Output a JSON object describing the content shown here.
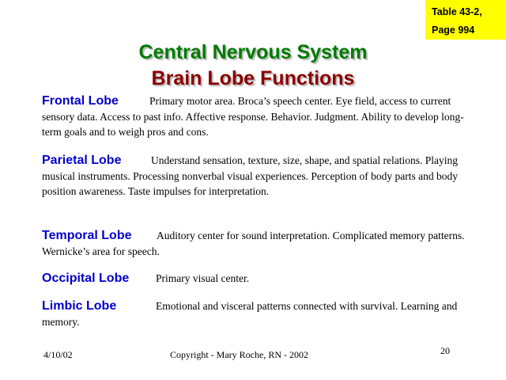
{
  "reference": {
    "line1": "Table 43-2,",
    "line2": "Page 994",
    "background_color": "#ffff00"
  },
  "title": {
    "line1": "Central Nervous System",
    "line1_color": "#007a00",
    "line2": "Brain Lobe Functions",
    "line2_color": "#8b0000"
  },
  "lobes": [
    {
      "name": "Frontal Lobe",
      "description": "Primary motor area. Broca’s speech center. Eye field, access to current sensory data. Access to past info. Affective response. Behavior. Judgment. Ability to develop long-term goals and to weigh pros and cons."
    },
    {
      "name": "Parietal Lobe",
      "description": "Understand sensation, texture, size, shape, and spatial relations. Playing  musical instruments. Processing nonverbal visual experiences. Perception of body parts and body position awareness. Taste impulses for interpretation."
    },
    {
      "name": "Temporal Lobe",
      "description": "Auditory center for sound interpretation. Complicated memory patterns. Wernicke’s area for speech."
    },
    {
      "name": "Occipital Lobe",
      "description": "Primary visual center."
    },
    {
      "name": "Limbic Lobe",
      "description": "Emotional and visceral patterns connected with survival. Learning and memory."
    }
  ],
  "footer": {
    "date": "4/10/02",
    "copyright": "Copyright - Mary Roche, RN - 2002",
    "page_number": "20"
  },
  "colors": {
    "lobe_name": "#0000cc",
    "body_text": "#000000",
    "background": "#ffffff"
  }
}
